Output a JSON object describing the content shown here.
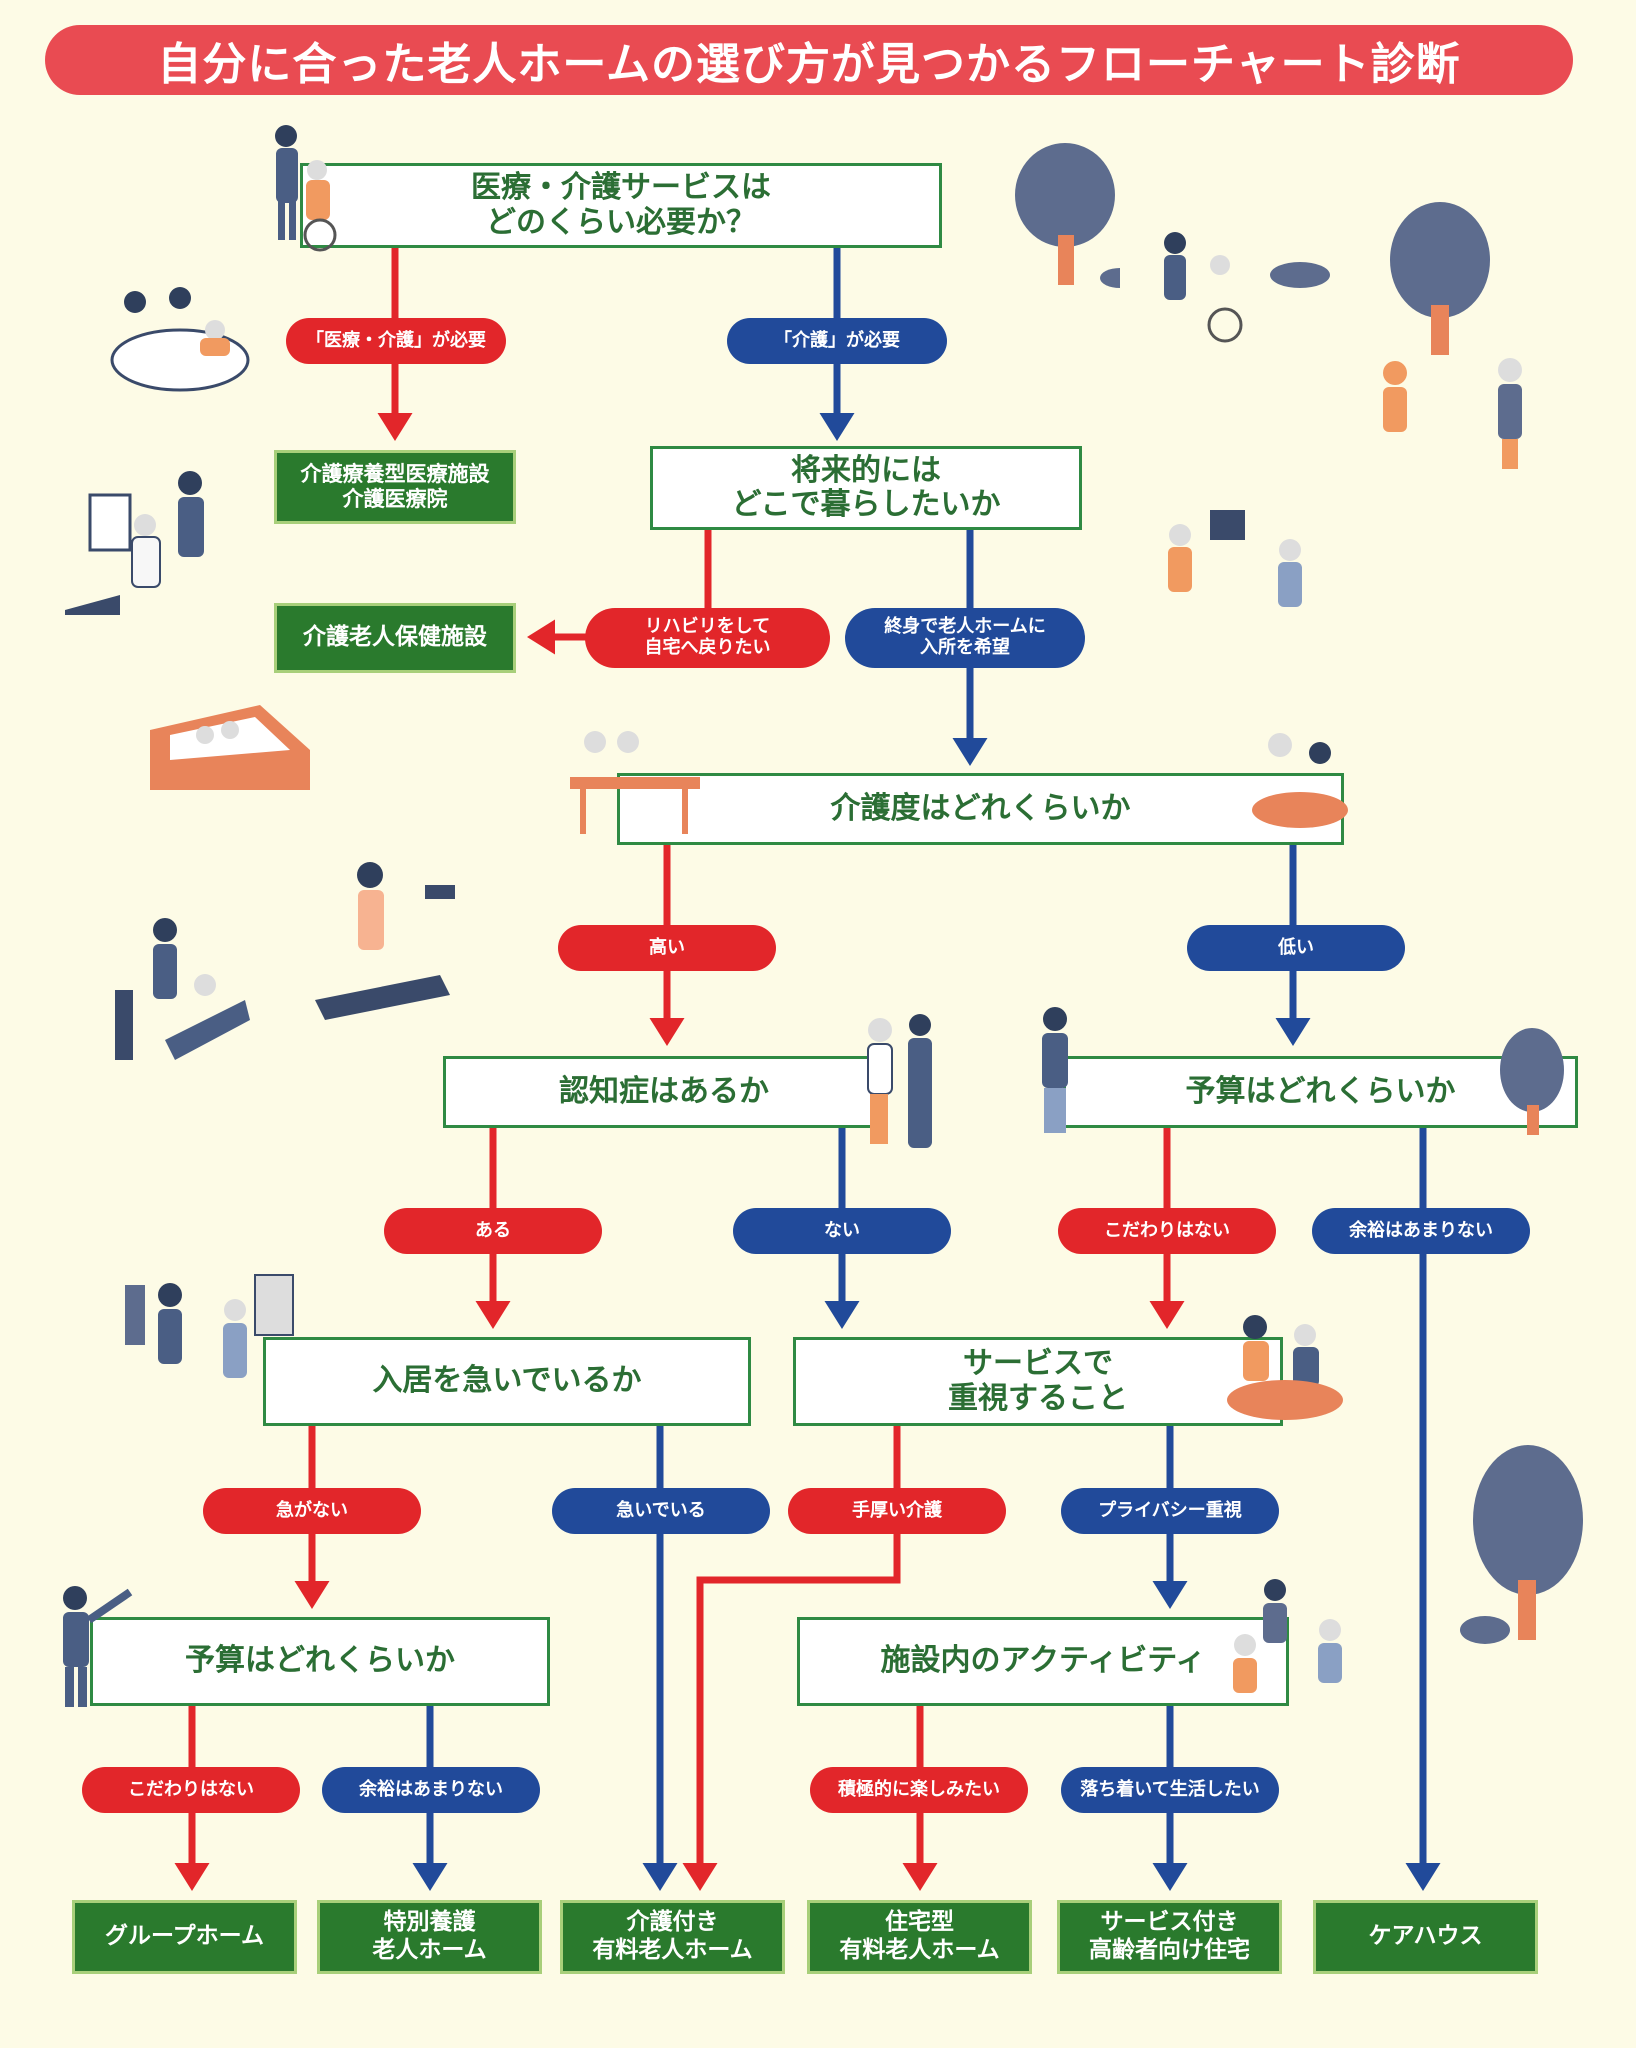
{
  "title": "自分に合った老人ホームの選び方が見つかるフローチャート診断",
  "colors": {
    "red": "#e2262a",
    "blue": "#214a9a",
    "green": "#2f8a43",
    "title_bg": "#e94b52",
    "background": "#fdfbe6"
  },
  "questions": {
    "q1": "医療・介護サービスは\nどのくらい必要か？",
    "q2": "将来的には\nどこで暮らしたいか",
    "q3": "介護度はどれくらいか",
    "q4": "認知症はあるか",
    "q5": "予算はどれくらいか",
    "q6": "入居を急いでいるか",
    "q7": "サービスで\n重視すること",
    "q8": "予算はどれくらいか",
    "q9": "施設内のアクティビティ"
  },
  "labels": {
    "l1": "「医療・介護」が必要",
    "l2": "「介護」が必要",
    "l3": "リハビリをして\n自宅へ戻りたい",
    "l4": "終身で老人ホームに\n入所を希望",
    "l5": "高い",
    "l6": "低い",
    "l7": "ある",
    "l8": "ない",
    "l9": "こだわりはない",
    "l10": "余裕はあまりない",
    "l11": "急がない",
    "l12": "急いでいる",
    "l13": "手厚い介護",
    "l14": "プライバシー重視",
    "l15": "こだわりはない",
    "l16": "余裕はあまりない",
    "l17": "積極的に楽しみたい",
    "l18": "落ち着いて生活したい"
  },
  "results": {
    "r1": "介護療養型医療施設\n介護医療院",
    "r2": "介護老人保健施設",
    "r3": "グループホーム",
    "r4": "特別養護\n老人ホーム",
    "r5": "介護付き\n有料老人ホーム",
    "r6": "住宅型\n有料老人ホーム",
    "r7": "サービス付き\n高齢者向け住宅",
    "r8": "ケアハウス"
  }
}
